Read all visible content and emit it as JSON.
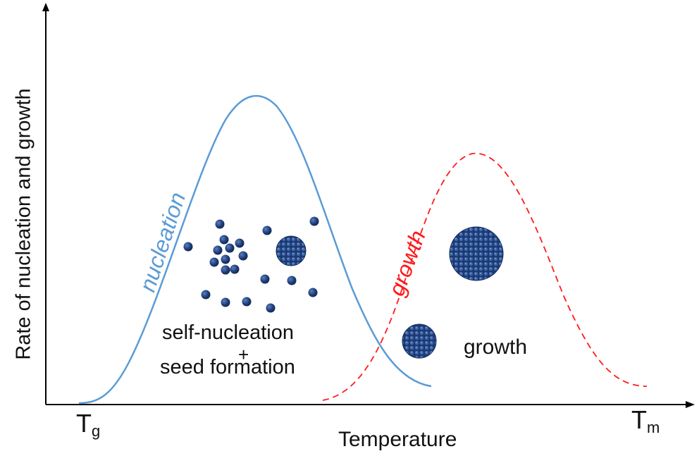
{
  "axes": {
    "y_label": "Rate of nucleation and growth",
    "x_label": "Temperature",
    "left_marker": {
      "main": "T",
      "sub": "g"
    },
    "right_marker": {
      "main": "T",
      "sub": "m"
    }
  },
  "curves": {
    "nucleation": {
      "label": "nucleation",
      "color": "#5b9bd5",
      "style": "solid"
    },
    "growth": {
      "label": "growth",
      "color": "#ff1a1a",
      "style": "dashed"
    }
  },
  "annotations": {
    "nucleation_region": {
      "line1": "self-nucleation",
      "plus": "+",
      "line2": "seed formation"
    },
    "growth_region": "growth"
  },
  "particle_color": "#1f3f78"
}
